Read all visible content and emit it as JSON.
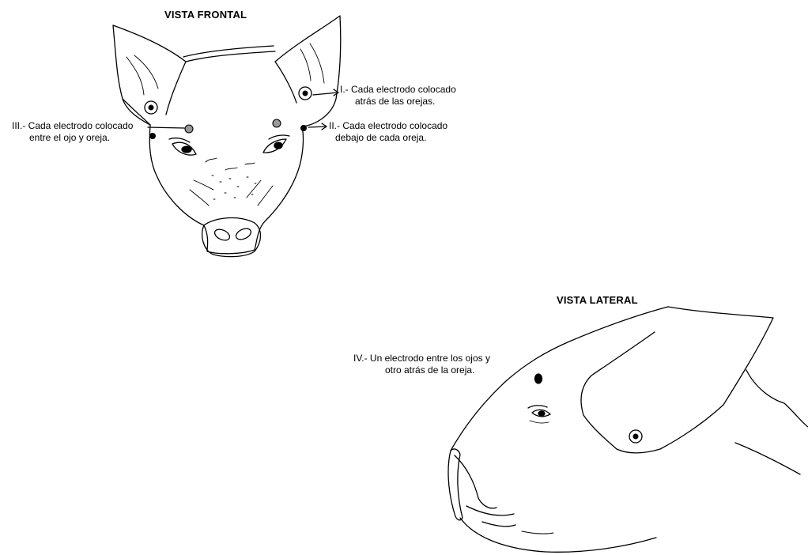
{
  "frontal": {
    "title": "VISTA FRONTAL",
    "note_1": [
      "I.- Cada electrodo colocado",
      "atrás de las orejas."
    ],
    "note_2": [
      "II.- Cada electrodo colocado",
      "debajo de cada oreja."
    ],
    "note_3": [
      "III.- Cada electrodo colocado",
      "entre el ojo y oreja."
    ]
  },
  "lateral": {
    "title": "VISTA LATERAL",
    "note_4": [
      "IV.- Un electrodo entre los ojos y",
      "otro atrás de la oreja."
    ]
  },
  "colors": {
    "ink": "#000000",
    "background": "#ffffff"
  }
}
